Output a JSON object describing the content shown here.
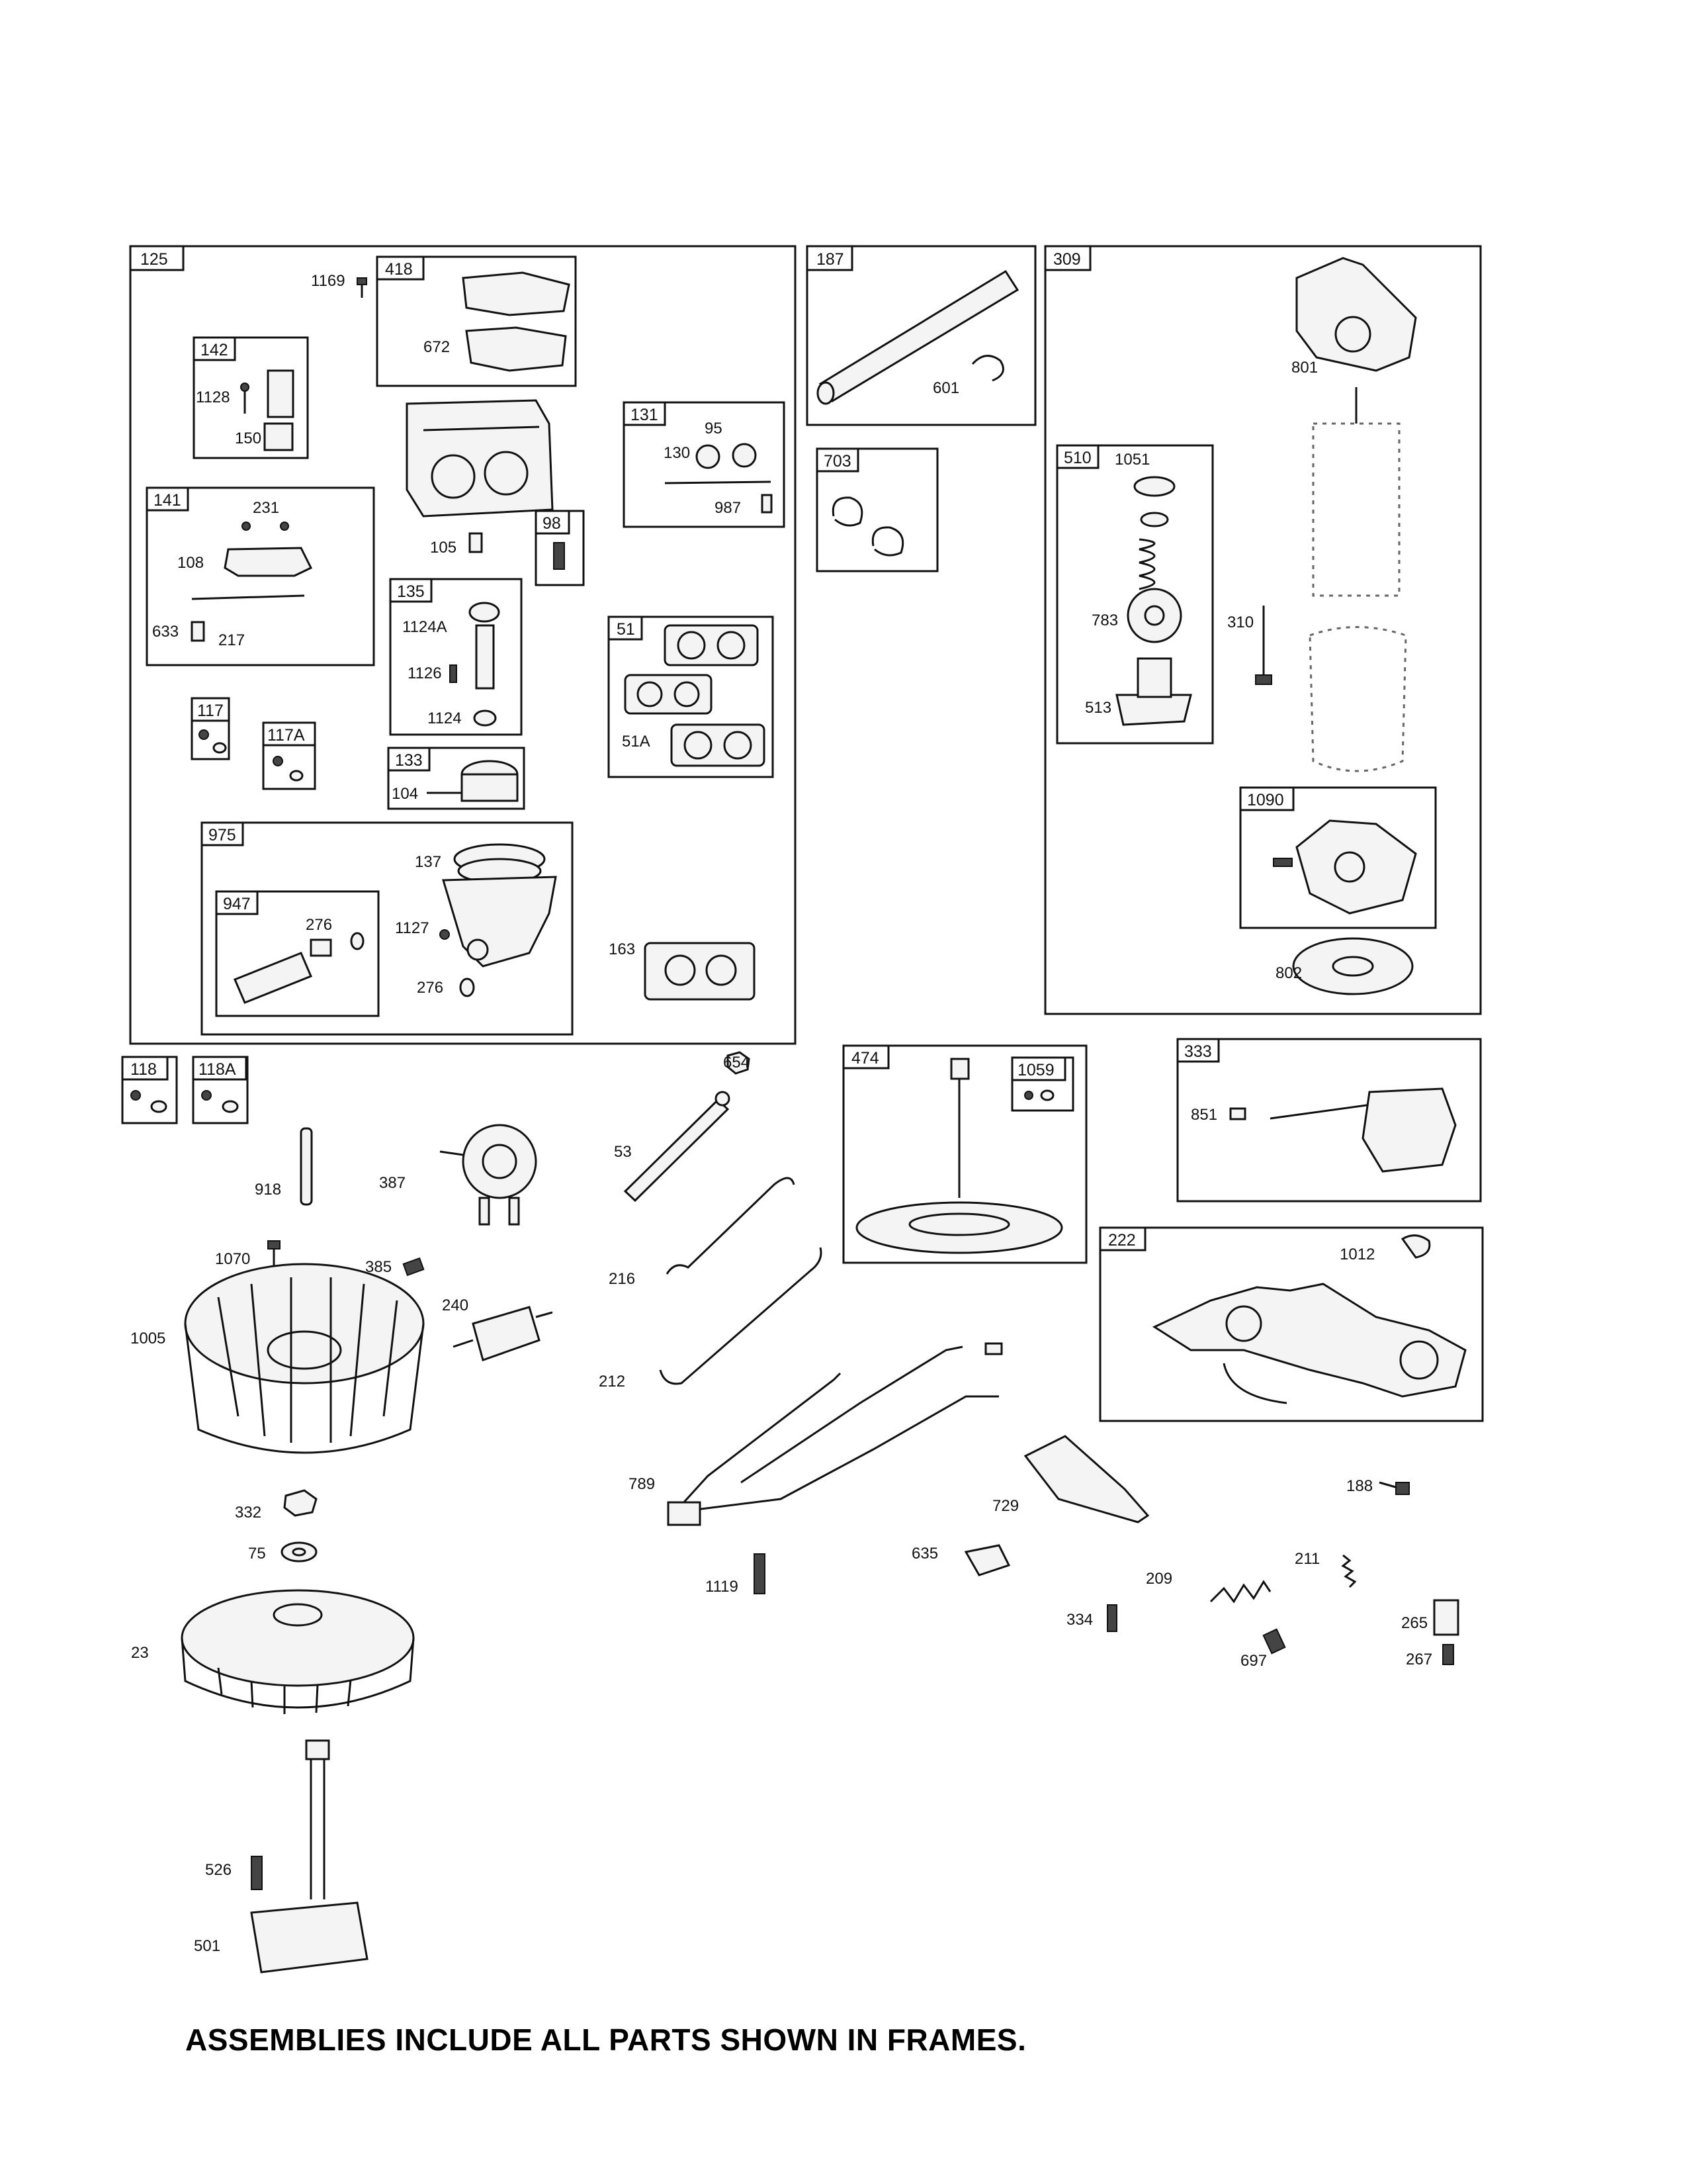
{
  "frames": [
    {
      "id": "f125",
      "tag": "125"
    },
    {
      "id": "f418",
      "tag": "418"
    },
    {
      "id": "f142",
      "tag": "142"
    },
    {
      "id": "f141",
      "tag": "141"
    },
    {
      "id": "f131",
      "tag": "131"
    },
    {
      "id": "f98",
      "tag": "98"
    },
    {
      "id": "f135",
      "tag": "135"
    },
    {
      "id": "f51",
      "tag": "51"
    },
    {
      "id": "f117",
      "tag": "117"
    },
    {
      "id": "f117A",
      "tag": "117A"
    },
    {
      "id": "f133",
      "tag": "133"
    },
    {
      "id": "f975",
      "tag": "975"
    },
    {
      "id": "f947",
      "tag": "947"
    },
    {
      "id": "f187",
      "tag": "187"
    },
    {
      "id": "f703",
      "tag": "703"
    },
    {
      "id": "f309",
      "tag": "309"
    },
    {
      "id": "f510",
      "tag": "510"
    },
    {
      "id": "f1090",
      "tag": "1090"
    },
    {
      "id": "f118",
      "tag": "118"
    },
    {
      "id": "f118A",
      "tag": "118A"
    },
    {
      "id": "f474",
      "tag": "474"
    },
    {
      "id": "f1059",
      "tag": "1059"
    },
    {
      "id": "f333",
      "tag": "333"
    },
    {
      "id": "f222",
      "tag": "222"
    }
  ],
  "callouts": [
    {
      "id": "c1169",
      "text": "1169"
    },
    {
      "id": "c672",
      "text": "672"
    },
    {
      "id": "c1128",
      "text": "1128"
    },
    {
      "id": "c150",
      "text": "150"
    },
    {
      "id": "c231",
      "text": "231"
    },
    {
      "id": "c108",
      "text": "108"
    },
    {
      "id": "c633",
      "text": "633"
    },
    {
      "id": "c217",
      "text": "217"
    },
    {
      "id": "c105",
      "text": "105"
    },
    {
      "id": "c95",
      "text": "95"
    },
    {
      "id": "c130",
      "text": "130"
    },
    {
      "id": "c987",
      "text": "987"
    },
    {
      "id": "c1124A",
      "text": "1124A"
    },
    {
      "id": "c1126",
      "text": "1126"
    },
    {
      "id": "c1124",
      "text": "1124"
    },
    {
      "id": "c51A",
      "text": "51A"
    },
    {
      "id": "c104",
      "text": "104"
    },
    {
      "id": "c137",
      "text": "137"
    },
    {
      "id": "c276a",
      "text": "276"
    },
    {
      "id": "c1127",
      "text": "1127"
    },
    {
      "id": "c276b",
      "text": "276"
    },
    {
      "id": "c163",
      "text": "163"
    },
    {
      "id": "c601",
      "text": "601"
    },
    {
      "id": "c801",
      "text": "801"
    },
    {
      "id": "c1051",
      "text": "1051"
    },
    {
      "id": "c783",
      "text": "783"
    },
    {
      "id": "c310",
      "text": "310"
    },
    {
      "id": "c513",
      "text": "513"
    },
    {
      "id": "c802",
      "text": "802"
    },
    {
      "id": "c654",
      "text": "654"
    },
    {
      "id": "c53",
      "text": "53"
    },
    {
      "id": "c918",
      "text": "918"
    },
    {
      "id": "c387",
      "text": "387"
    },
    {
      "id": "c851",
      "text": "851"
    },
    {
      "id": "c1070",
      "text": "1070"
    },
    {
      "id": "c385",
      "text": "385"
    },
    {
      "id": "c216",
      "text": "216"
    },
    {
      "id": "c1012",
      "text": "1012"
    },
    {
      "id": "c240",
      "text": "240"
    },
    {
      "id": "c1005",
      "text": "1005"
    },
    {
      "id": "c212",
      "text": "212"
    },
    {
      "id": "c789",
      "text": "789"
    },
    {
      "id": "c729",
      "text": "729"
    },
    {
      "id": "c188",
      "text": "188"
    },
    {
      "id": "c332",
      "text": "332"
    },
    {
      "id": "c75",
      "text": "75"
    },
    {
      "id": "c635",
      "text": "635"
    },
    {
      "id": "c211",
      "text": "211"
    },
    {
      "id": "c209",
      "text": "209"
    },
    {
      "id": "c1119",
      "text": "1119"
    },
    {
      "id": "c334",
      "text": "334"
    },
    {
      "id": "c265",
      "text": "265"
    },
    {
      "id": "c23",
      "text": "23"
    },
    {
      "id": "c697",
      "text": "697"
    },
    {
      "id": "c267",
      "text": "267"
    },
    {
      "id": "c526",
      "text": "526"
    },
    {
      "id": "c501",
      "text": "501"
    }
  ],
  "footer": "ASSEMBLIES INCLUDE ALL PARTS SHOWN IN FRAMES."
}
